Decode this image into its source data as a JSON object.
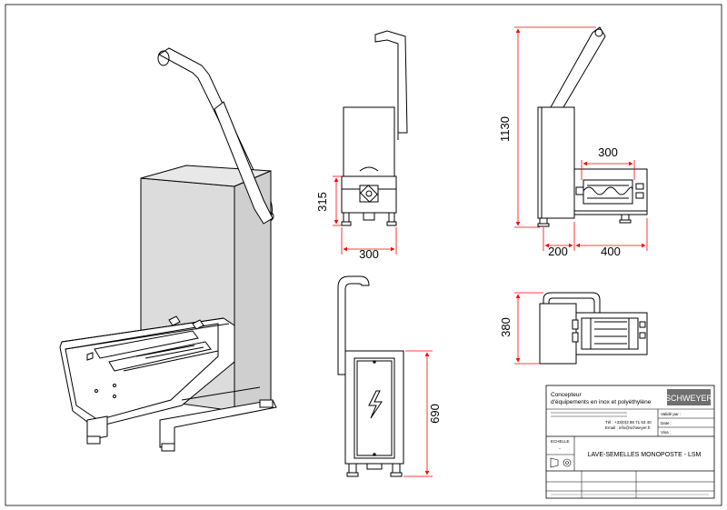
{
  "dimensions": {
    "front_height": "315",
    "front_width": "300",
    "side_height": "1130",
    "side_tray_length": "300",
    "side_foot_offset": "200",
    "side_base_length": "400",
    "rear_height": "690",
    "top_depth": "380"
  },
  "title_block": {
    "company_line1": "Concepteur",
    "company_line2": "d'équipements en inox et polyéthylène",
    "brand": "SCHWEYER",
    "phone": "Tél : +33(0)3 88 71 53 40",
    "email": "Email : info@schweyer.fr",
    "fields": [
      "Validé par :",
      "Date :",
      "Visa :"
    ],
    "echelle_label": "ECHELLE",
    "echelle_value": "-",
    "title": "LAVE-SEMELLES MONOPOSTE - LSM"
  },
  "colors": {
    "line": "#000000",
    "dimension": "#ff0000",
    "wall": "#dcdcdc",
    "brand_bg": "#6f6f6f"
  },
  "icons": {
    "electrical": "lightning-bolt-icon",
    "projection": "projection-symbol-icon"
  }
}
